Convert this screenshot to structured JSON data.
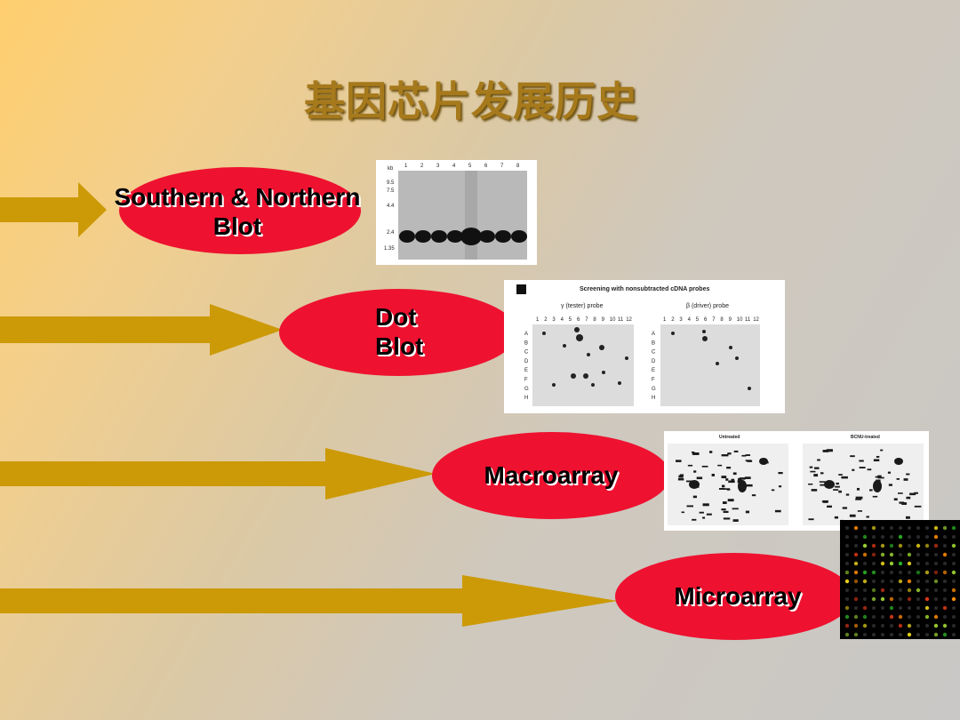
{
  "slide": {
    "title": "基因芯片发展历史",
    "colors": {
      "arrow": "#cc9a06",
      "ellipse": "#ee1230"
    }
  },
  "stages": [
    {
      "line1": "Southern & Northern",
      "line2": "Blot"
    },
    {
      "line1": "Dot",
      "line2": "Blot"
    },
    {
      "line1": "Macroarray"
    },
    {
      "line1": "Microarray"
    }
  ],
  "southern_blot_image": {
    "lane_numbers": [
      "1",
      "2",
      "3",
      "4",
      "5",
      "6",
      "7",
      "8"
    ],
    "size_unit": "kb",
    "size_markers": [
      "9.5",
      "7.5",
      "4.4",
      "2.4",
      "1.35"
    ]
  },
  "dot_blot_image": {
    "header": "Screening with nonsubtracted cDNA probes",
    "panel_left_caption": "γ (tester) probe",
    "panel_right_caption": "β (driver) probe",
    "column_numbers": [
      "1",
      "2",
      "3",
      "4",
      "5",
      "6",
      "7",
      "8",
      "9",
      "10",
      "11",
      "12"
    ],
    "row_letters": [
      "A",
      "B",
      "C",
      "D",
      "E",
      "F",
      "G",
      "H"
    ]
  },
  "macroarray_image": {
    "left_caption": "Untreated",
    "right_caption": "BCNU-treated"
  },
  "microarray_image": {
    "spot_colors": [
      "#e8d21a",
      "#2fbf2a",
      "#e03a1a",
      "#9acd32",
      "#ff8c00"
    ]
  }
}
